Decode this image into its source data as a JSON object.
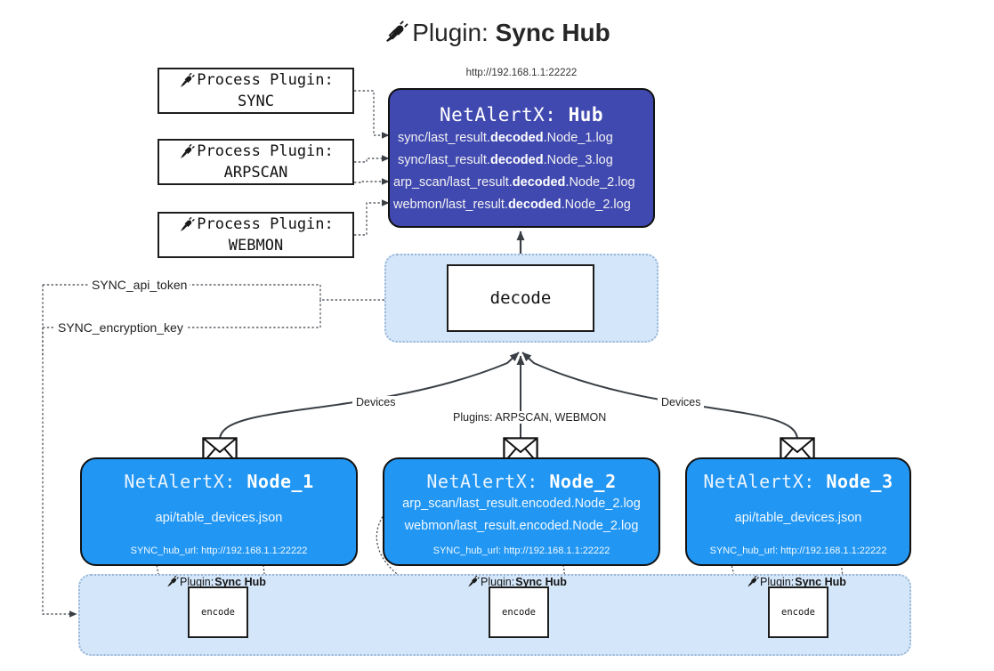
{
  "title": {
    "icon": "plug-icon",
    "prefix": "Plugin:",
    "name": "Sync Hub"
  },
  "process_plugins": [
    {
      "icon": "plug-icon",
      "label": "Process Plugin:",
      "name": "SYNC"
    },
    {
      "icon": "plug-icon",
      "label": "Process Plugin:",
      "name": "ARPSCAN"
    },
    {
      "icon": "plug-icon",
      "label": "Process Plugin:",
      "name": "WEBMON"
    }
  ],
  "hub": {
    "url": "http://192.168.1.1:22222",
    "title_prefix": "NetAlertX:",
    "title_name": "Hub",
    "logs": [
      {
        "pre": "sync/last_result.",
        "strong": "decoded",
        "post": ".Node_1.log"
      },
      {
        "pre": "sync/last_result.",
        "strong": "decoded",
        "post": ".Node_3.log"
      },
      {
        "pre": "arp_scan/last_result.",
        "strong": "decoded",
        "post": ".Node_2.log"
      },
      {
        "pre": "webmon/last_result.",
        "strong": "decoded",
        "post": ".Node_2.log"
      }
    ]
  },
  "decode": {
    "label": "decode"
  },
  "secrets": [
    {
      "label": "SYNC_api_token"
    },
    {
      "label": "SYNC_encryption_key"
    }
  ],
  "edge_labels": {
    "left_devices": "Devices",
    "right_devices": "Devices",
    "middle_plugins": "Plugins: ARPSCAN, WEBMON"
  },
  "nodes": [
    {
      "icon": "envelope-icon",
      "title_prefix": "NetAlertX:",
      "title_name": "Node_1",
      "lines": [
        "api/table_devices.json"
      ],
      "hub_url": "SYNC_hub_url: http://192.168.1.1:22222"
    },
    {
      "icon": "envelope-icon",
      "title_prefix": "NetAlertX:",
      "title_name": "Node_2",
      "lines": [
        "arp_scan/last_result.encoded.Node_2.log",
        "webmon/last_result.encoded.Node_2.log"
      ],
      "hub_url": "SYNC_hub_url: http://192.168.1.1:22222"
    },
    {
      "icon": "envelope-icon",
      "title_prefix": "NetAlertX:",
      "title_name": "Node_3",
      "lines": [
        "api/table_devices.json"
      ],
      "hub_url": "SYNC_hub_url: http://192.168.1.1:22222"
    }
  ],
  "encoders": [
    {
      "icon": "plug-icon",
      "label_prefix": "Plugin:",
      "label_name": "Sync Hub",
      "box_label": "encode"
    },
    {
      "icon": "plug-icon",
      "label_prefix": "Plugin:",
      "label_name": "Sync Hub",
      "box_label": "encode"
    },
    {
      "icon": "plug-icon",
      "label_prefix": "Plugin:",
      "label_name": "Sync Hub",
      "box_label": "encode"
    }
  ],
  "colors": {
    "hub_fill": "#4049b0",
    "node_fill": "#2196f3",
    "panel_fill": "#d4e6f9",
    "panel_border": "#9ab6d6",
    "stroke": "#1d1d1d",
    "background": "#ffffff"
  }
}
